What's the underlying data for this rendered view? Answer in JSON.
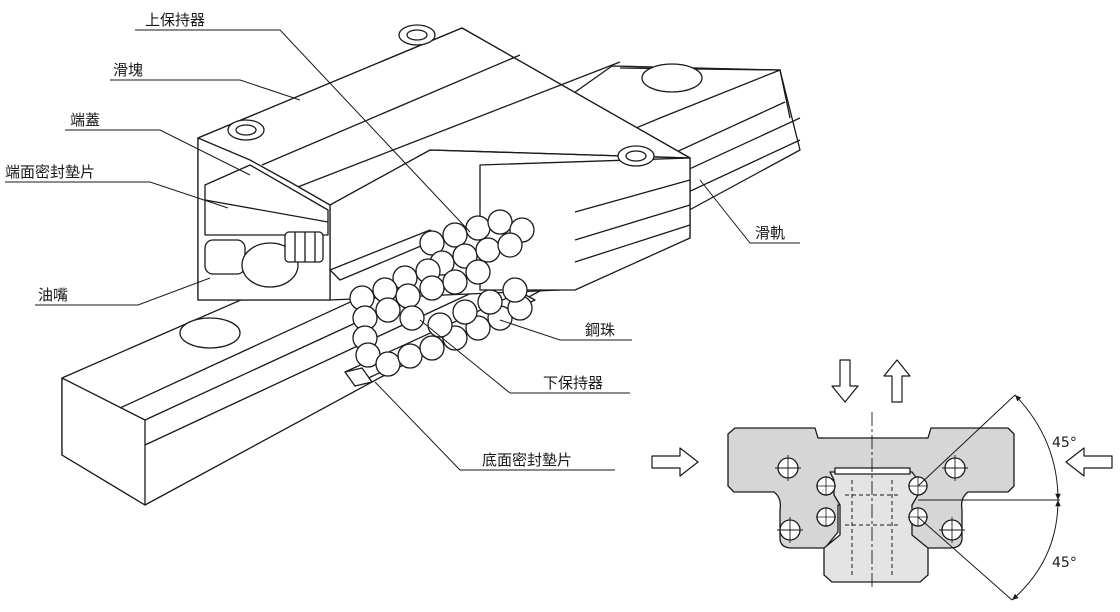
{
  "labels": {
    "upper_retainer": "上保持器",
    "block": "滑塊",
    "end_cap": "端蓋",
    "end_seal": "端面密封墊片",
    "grease_nipple": "油嘴",
    "rail": "滑軌",
    "steel_ball": "鋼珠",
    "lower_retainer": "下保持器",
    "bottom_seal": "底面密封墊片"
  },
  "angles": {
    "upper": "45°",
    "lower": "45°"
  },
  "colors": {
    "line": "#1a1a1a",
    "section_fill": "#d6d6d6",
    "part_fill": "#ffffff"
  }
}
